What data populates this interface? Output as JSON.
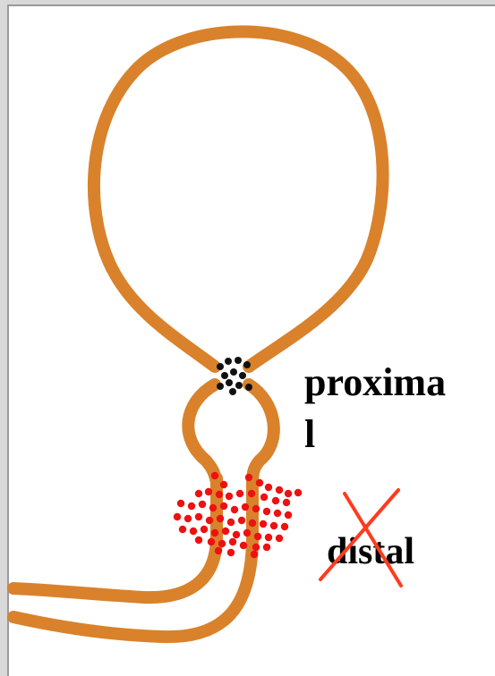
{
  "labels": {
    "proximal_line1": "proxima",
    "proximal_line2": "l",
    "distal": "distal"
  },
  "colors": {
    "background": "#ffffff",
    "frame": "#d9d9d9",
    "loop": "#d9822b",
    "loop_shadow": "#c06a1a",
    "crossover_dots": "#111111",
    "cluster_dots": "#ee1111",
    "cross_mark": "#ff3b1f",
    "label": "#000000"
  },
  "icons": {
    "crossover": "black-dot-cluster",
    "cluster": "red-dot-cluster",
    "strike": "red-x-mark"
  }
}
